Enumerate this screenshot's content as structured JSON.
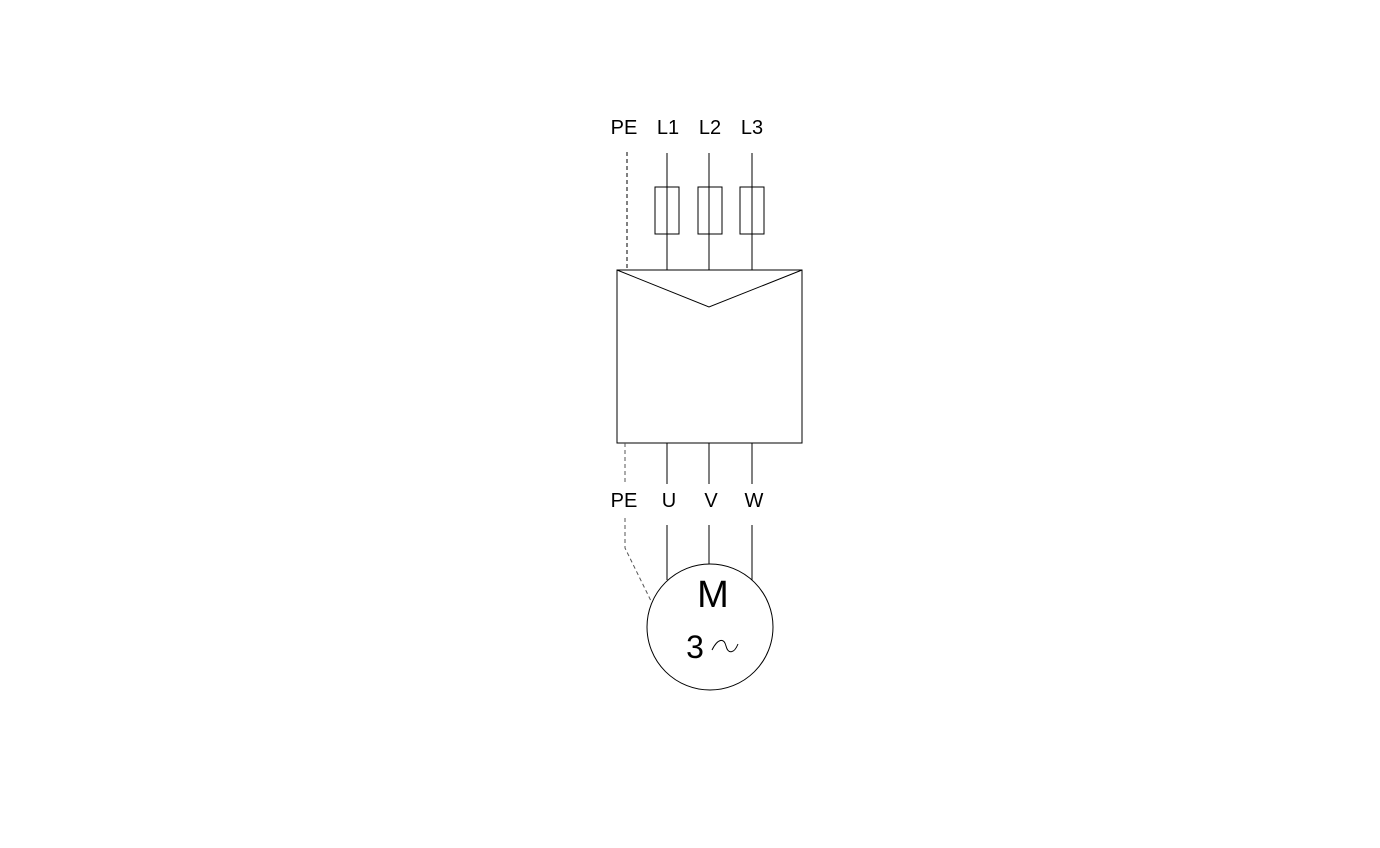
{
  "supply_labels": {
    "pe": "PE",
    "l1": "L1",
    "l2": "L2",
    "l3": "L3"
  },
  "output_labels": {
    "pe": "PE",
    "u": "U",
    "v": "V",
    "w": "W"
  },
  "motor": {
    "letter": "M",
    "phases": "3"
  },
  "colors": {
    "line": "#000000",
    "pe_line": "#555555",
    "background": "#ffffff"
  }
}
